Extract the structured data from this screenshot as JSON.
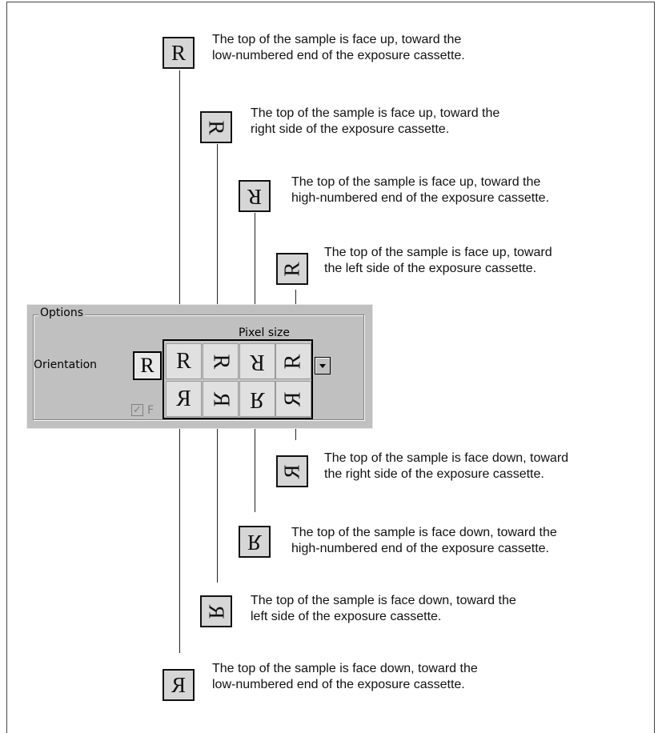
{
  "options": {
    "group_title": "Options",
    "orientation_label": "Orientation",
    "pixel_size_label": "Pixel size",
    "current_orientation_glyph": "R",
    "hidden_label_fragment": "F",
    "checkbox_checked": true
  },
  "grid": {
    "row1": [
      "R",
      "R",
      "R",
      "R"
    ],
    "row2": [
      "R",
      "R",
      "R",
      "R"
    ]
  },
  "callouts": [
    {
      "glyph": "R",
      "text_line1": "The top of the sample is face up, toward the",
      "text_line2": "low-numbered end of the exposure cassette."
    },
    {
      "glyph": "R",
      "text_line1": "The top of the sample is face up, toward the",
      "text_line2": "right side of the exposure cassette."
    },
    {
      "glyph": "R",
      "text_line1": "The top of the sample is face up, toward the",
      "text_line2": "high-numbered end of the exposure cassette."
    },
    {
      "glyph": "R",
      "text_line1": "The top of the sample is face up, toward",
      "text_line2": "the left side of the exposure cassette."
    },
    {
      "glyph": "R",
      "text_line1": "The top of the sample is face down, toward",
      "text_line2": "the right side of the exposure cassette."
    },
    {
      "glyph": "R",
      "text_line1": "The top of the sample is face down, toward the",
      "text_line2": "high-numbered end of the exposure cassette."
    },
    {
      "glyph": "R",
      "text_line1": "The top of the sample is face down, toward the",
      "text_line2": "left side of the exposure cassette."
    },
    {
      "glyph": "R",
      "text_line1": "The top of the sample is face down, toward the",
      "text_line2": "low-numbered end of the exposure cassette."
    }
  ]
}
